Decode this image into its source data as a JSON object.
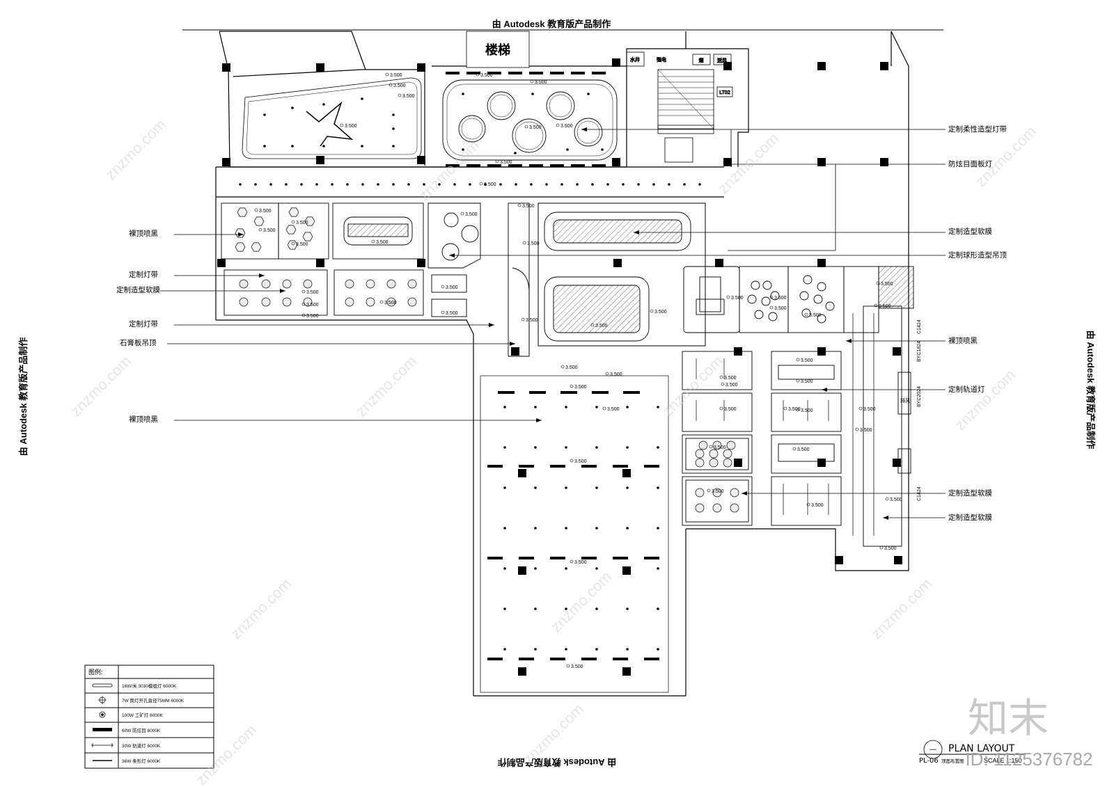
{
  "stamps": {
    "top": "由 Autodesk 教育版产品制作",
    "bottom": "由 Autodesk 教育版产品制作",
    "left": "由 Autodesk 教育版产品制作",
    "right": "由 Autodesk 教育版产品制作"
  },
  "rooms": {
    "stair": "楼梯",
    "water_well": "水井",
    "electric": "强电",
    "smoke": "烟",
    "duct": "送风",
    "lift": "LT02"
  },
  "elevation": "3.500",
  "left_labels": [
    "裸顶喷黑",
    "定制灯带",
    "定制造型软膜",
    "定制灯带",
    "石膏板吊顶",
    "裸顶喷黑"
  ],
  "right_labels": [
    "定制柔性造型灯带",
    "防炫目面板灯",
    "定制造型软膜",
    "定制球形造型吊顶",
    "裸顶喷黑",
    "定制轨道灯",
    "定制造型软膜",
    "定制造型软膜"
  ],
  "side_tags": [
    "C1424",
    "BYC1824",
    "BYC2024",
    "C1424",
    "排风"
  ],
  "legend": {
    "title": "图例:",
    "items": [
      {
        "icon": "led-strip-icon",
        "text": "16W/米 3030模组灯    6000K"
      },
      {
        "icon": "downlight-icon",
        "text": "7W 筒灯开孔直径75MM     6000K"
      },
      {
        "icon": "mining-lamp-icon",
        "text": "100W 工矿灯    6000K"
      },
      {
        "icon": "anti-glare-icon",
        "text": "60W 防炫目    6000K"
      },
      {
        "icon": "track-light-icon",
        "text": "30W 轨道灯    6000K"
      },
      {
        "icon": "strip-light-icon",
        "text": "36W 条形灯    6000K"
      }
    ]
  },
  "title_block": {
    "mark": "—",
    "title": "PLAN LAYOUT",
    "code": "PL-06",
    "scale_prefix": "顶面布置图",
    "scale": "SCALE 1:150"
  },
  "watermark": {
    "site": "znzmo.com",
    "brand": "知末",
    "id": "ID: 1125376782"
  }
}
